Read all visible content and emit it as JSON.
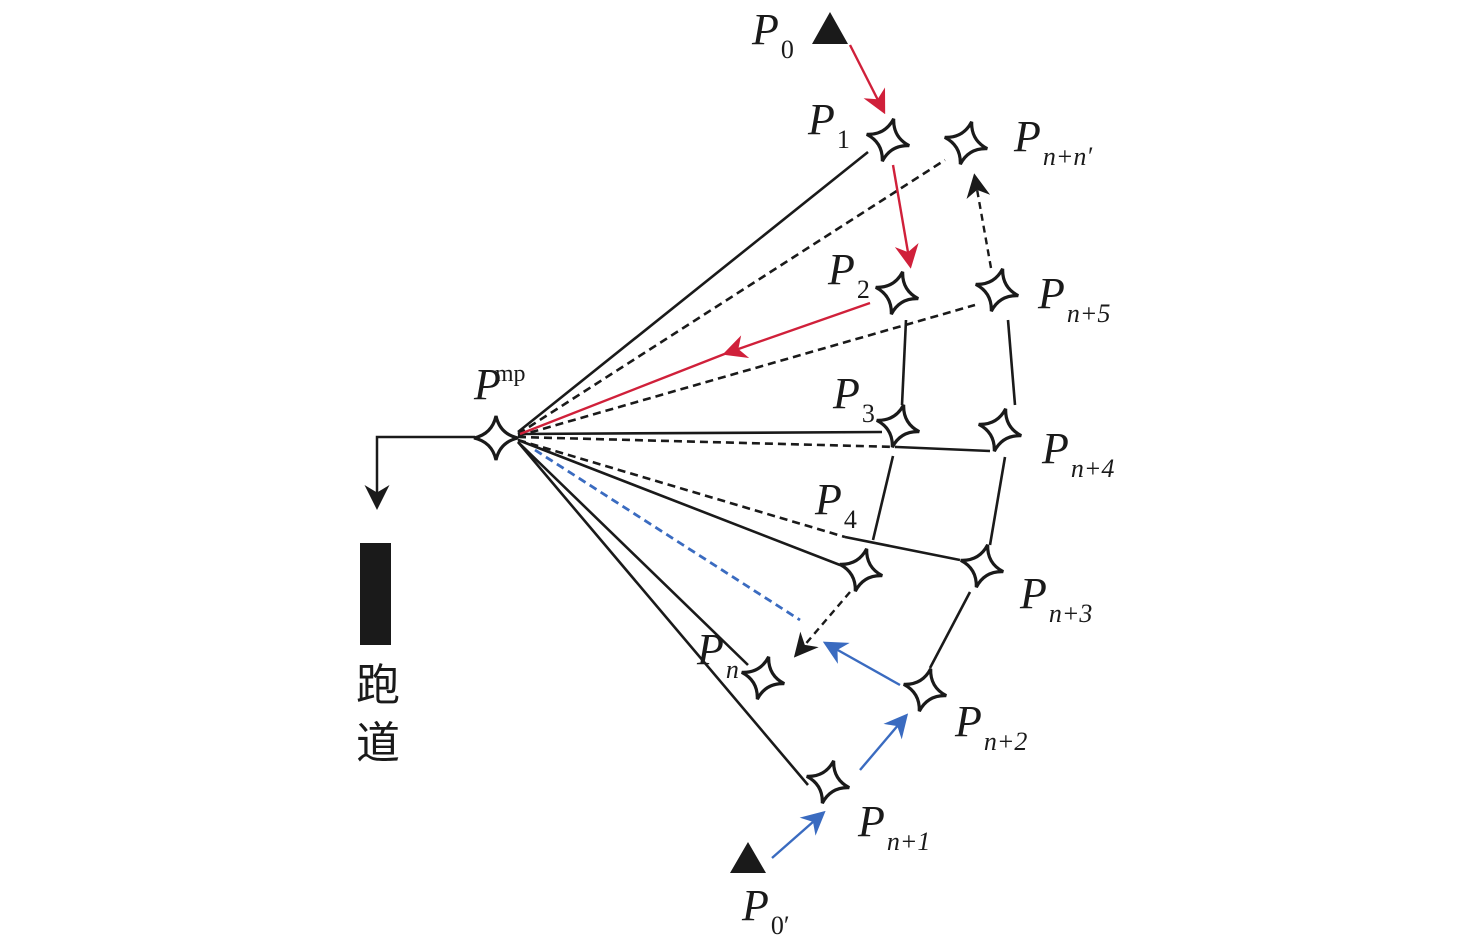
{
  "colors": {
    "red": "#d0203a",
    "blue": "#3a6bc0",
    "black": "#1a1a1a"
  },
  "labels": {
    "pmp": {
      "base": "P",
      "sup": "mp"
    },
    "p0": {
      "base": "P",
      "sub": "0"
    },
    "p0prime": {
      "base": "P",
      "sub": "0′"
    },
    "p1": {
      "base": "P",
      "sub": "1"
    },
    "p2": {
      "base": "P",
      "sub": "2"
    },
    "p3": {
      "base": "P",
      "sub": "3"
    },
    "p4": {
      "base": "P",
      "sub": "4"
    },
    "pn": {
      "base": "P",
      "sub": "n"
    },
    "pn1": {
      "base": "P",
      "sub": "n+1"
    },
    "pn2": {
      "base": "P",
      "sub": "n+2"
    },
    "pn3": {
      "base": "P",
      "sub": "n+3"
    },
    "pn4": {
      "base": "P",
      "sub": "n+4"
    },
    "pn5": {
      "base": "P",
      "sub": "n+5"
    },
    "pnn": {
      "base": "P",
      "sub": "n+n′"
    }
  },
  "runway": {
    "char1": "跑",
    "char2": "道"
  }
}
